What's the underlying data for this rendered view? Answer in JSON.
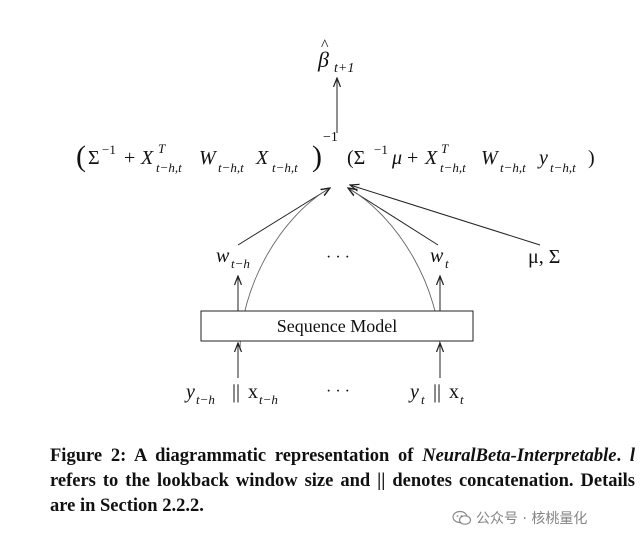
{
  "diagram": {
    "output": {
      "base": "β",
      "accent": "^",
      "subscript": "t+1"
    },
    "formula": {
      "lparen": "(",
      "sigma_inv": "Σ",
      "exp_neg1": "−1",
      "plus": "+",
      "x": "X",
      "x_sup": "T",
      "x_sub": "t−h,t",
      "w": "W",
      "w_sub": "t−h,t",
      "x2_sub": "t−h,t",
      "rparen": ")",
      "outer_exp": "−1",
      "second_open": "(Σ",
      "second_exp": "−1",
      "mu": "μ",
      "plus2": "+",
      "x3_sup": "T",
      "x3_sub": "t−h,t",
      "w2_sub": "t−h,t",
      "y": "y",
      "y_sub": "t−h,t",
      "close": ")"
    },
    "weights": {
      "left_base": "w",
      "left_sub": "t−h",
      "ellipsis": "· · ·",
      "right_base": "w",
      "right_sub": "t",
      "params": "μ, Σ"
    },
    "sequence_model_label": "Sequence Model",
    "inputs": {
      "left_y": "y",
      "left_y_sub": "t−h",
      "left_sep": "||",
      "left_x": "x",
      "left_x_sub": "t−h",
      "ellipsis": "· · ·",
      "right_y": "y",
      "right_y_sub": "t",
      "right_sep": "||",
      "right_x": "x",
      "right_x_sub": "t"
    }
  },
  "caption": {
    "label": "Figure 2:",
    "text_1": " A diagrammatic representation of ",
    "model_name": "NeuralBeta-Interpretable",
    "text_2": ". ",
    "var_l": "l",
    "text_3": " refers to the lookback window size and || denotes concatenation. Details are in Section 2.2.2."
  },
  "watermark": {
    "text": "公众号 · 核桃量化"
  }
}
